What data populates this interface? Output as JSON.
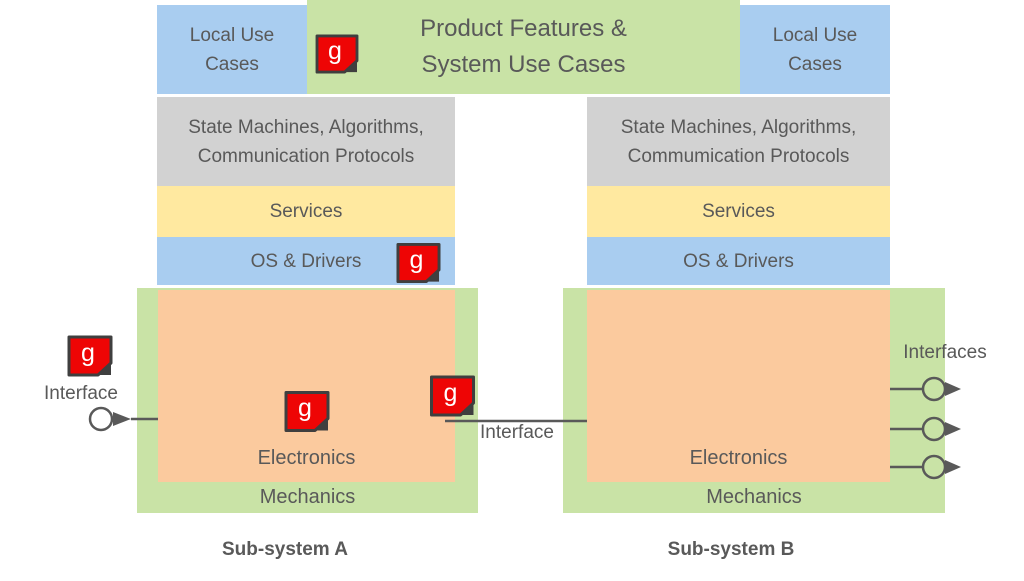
{
  "diagram_title": "Embedded system architecture layers with glue-logic markers",
  "colors": {
    "background": "#ffffff",
    "use_case_blue": "#a9cdf0",
    "system_green": "#c9e3a6",
    "logic_gray": "#d2d2d2",
    "services_yellow": "#ffe9a0",
    "electronics_orange": "#fbca9e",
    "glue_red": "#ee0505",
    "icon_border": "#3f3f3f",
    "text_gray": "#595959",
    "line_gray": "#595959"
  },
  "top_row": {
    "local_use_cases_left": {
      "line1": "Local Use",
      "line2": "Cases"
    },
    "product_features": {
      "line1": "Product Features &",
      "line2": "System Use Cases"
    },
    "local_use_cases_right": {
      "line1": "Local Use",
      "line2": "Cases"
    }
  },
  "subsystem_a": {
    "state_machines": {
      "line1": "State Machines, Algorithms,",
      "line2": "Communication Protocols"
    },
    "services": "Services",
    "os_drivers": "OS & Drivers",
    "electronics": "Electronics",
    "mechanics": "Mechanics",
    "caption": "Sub-system A"
  },
  "subsystem_b": {
    "state_machines": {
      "line1": "State Machines, Algorithms,",
      "line2": "Commumication Protocols"
    },
    "services": "Services",
    "os_drivers": "OS & Drivers",
    "electronics": "Electronics",
    "mechanics": "Mechanics",
    "caption": "Sub-system B"
  },
  "interfaces": {
    "left_label": "Interface",
    "middle_label": "Interface",
    "right_label": "Interfaces"
  },
  "g_icon": {
    "letter": "g"
  }
}
